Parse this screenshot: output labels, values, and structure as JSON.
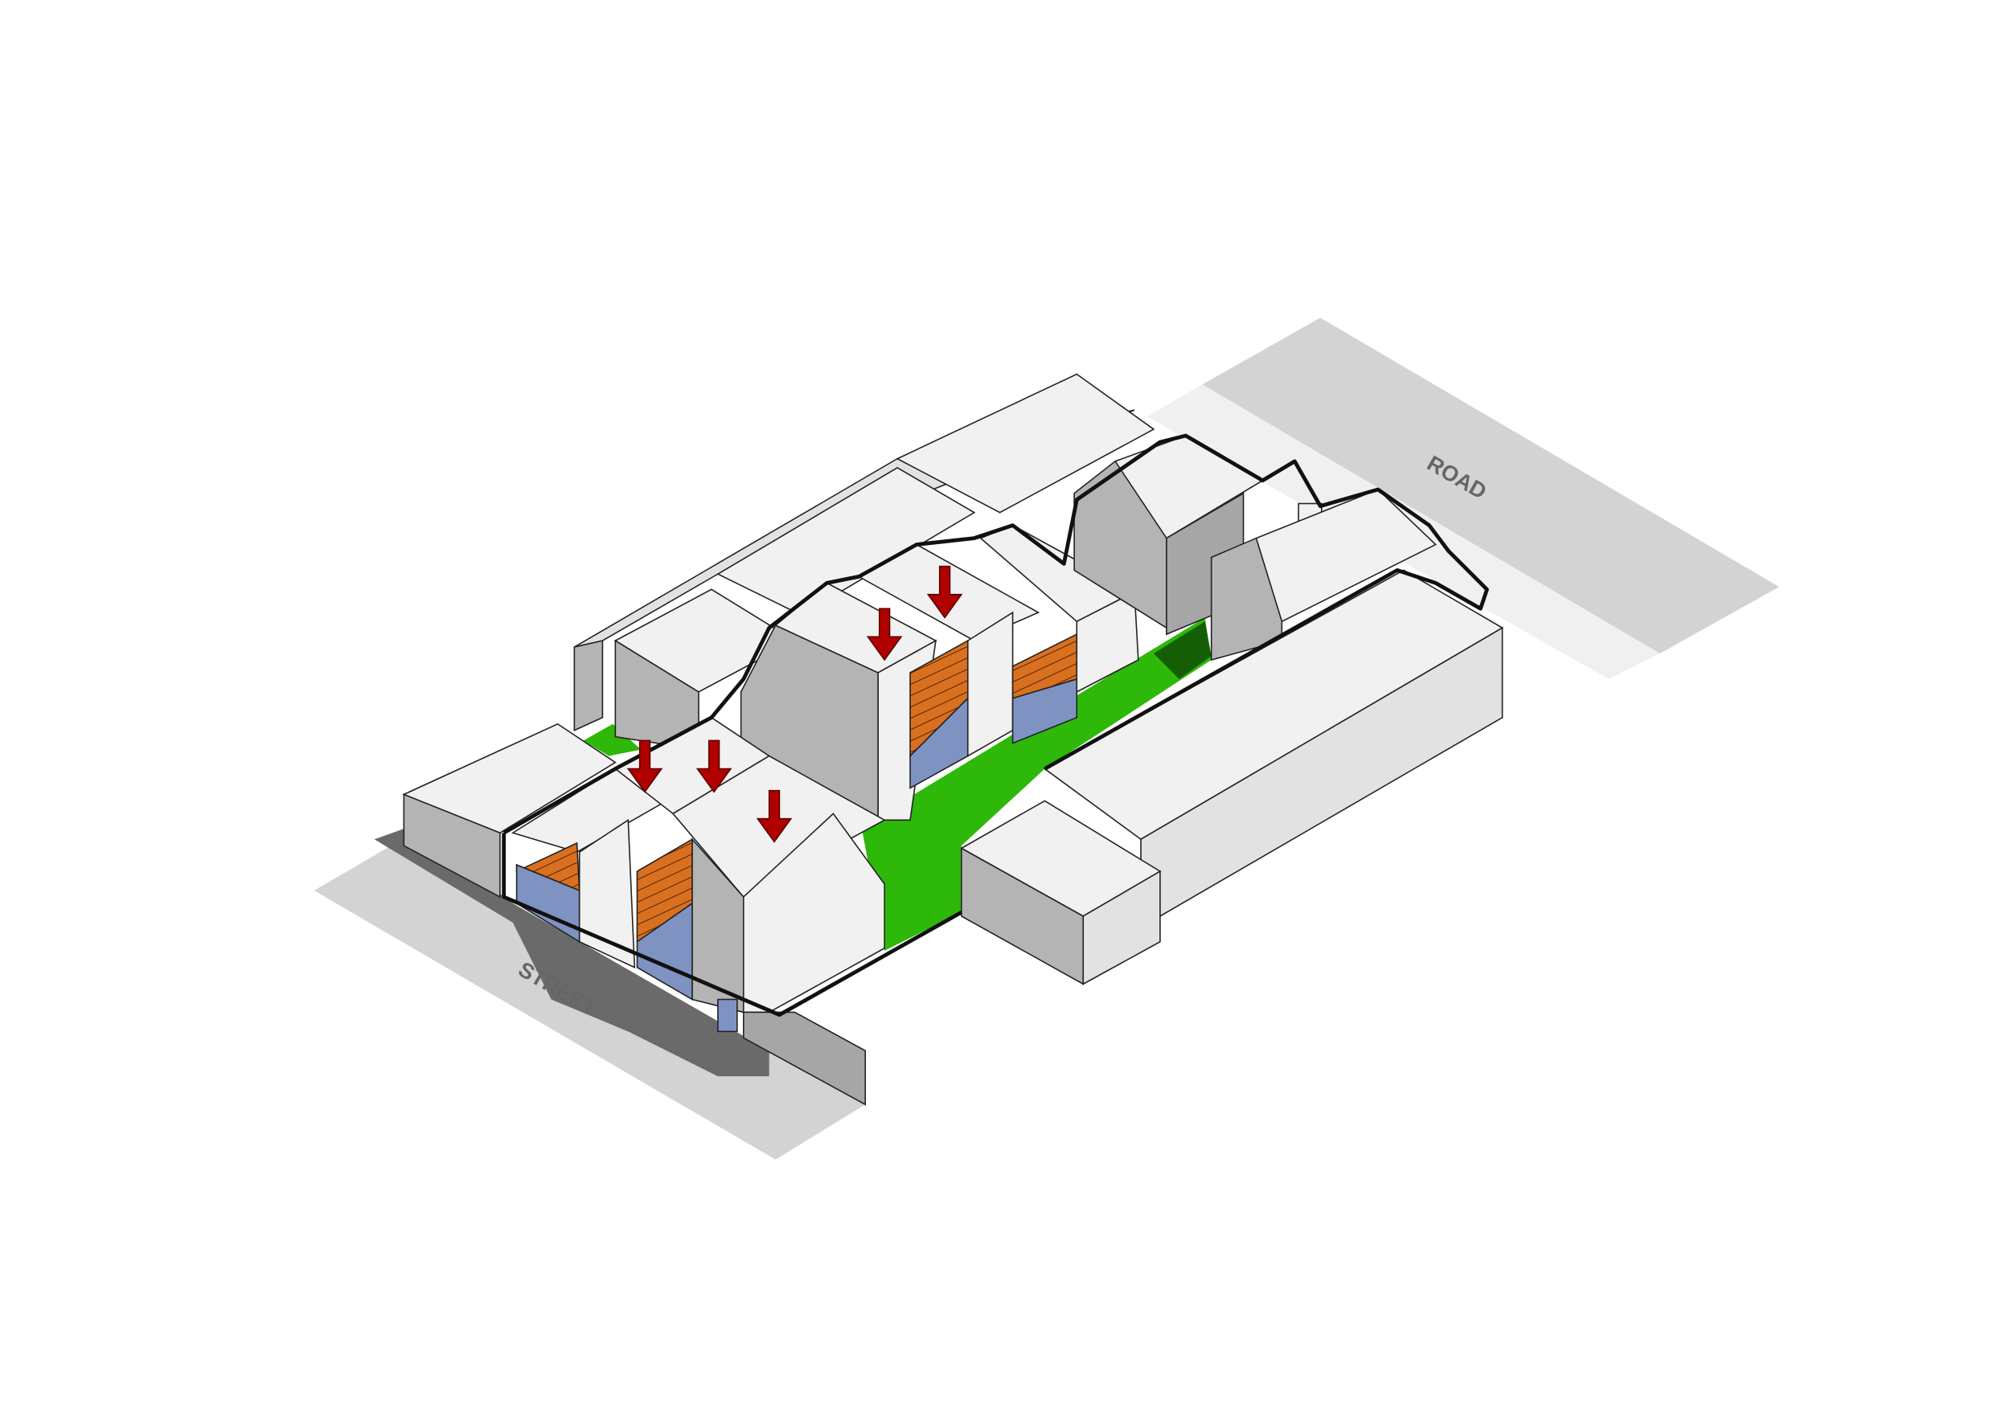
{
  "labels": {
    "road": "ROAD",
    "street": "STREET"
  },
  "colors": {
    "courtyard_green": "#2db80a",
    "timber_cladding": "#d9701f",
    "glazing": "#7f93c2",
    "arrow_red": "#b00000",
    "road_gray": "#d3d3d3"
  },
  "arrows": {
    "count": 5,
    "direction": "down"
  }
}
